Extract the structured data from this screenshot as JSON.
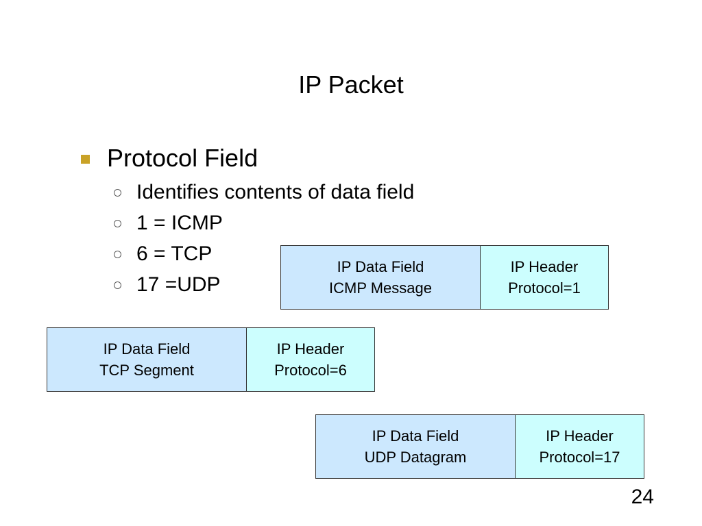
{
  "slide": {
    "title": "IP Packet",
    "page_number": "24"
  },
  "bullets": {
    "main": "Protocol Field",
    "sub": [
      "Identifies contents of data field",
      "1 = ICMP",
      "6 = TCP",
      "17 =UDP"
    ]
  },
  "packets": [
    {
      "data_title": "IP Data Field",
      "data_content": "ICMP Message",
      "header_title": "IP Header",
      "header_protocol": "Protocol=1"
    },
    {
      "data_title": "IP Data Field",
      "data_content": "TCP Segment",
      "header_title": "IP Header",
      "header_protocol": "Protocol=6"
    },
    {
      "data_title": "IP Data Field",
      "data_content": "UDP Datagram",
      "header_title": "IP Header",
      "header_protocol": "Protocol=17"
    }
  ],
  "colors": {
    "bullet_marker": "#c9a227",
    "data_field_fill": "#cce8fe",
    "header_field_fill": "#ccfefe",
    "box_border": "#333333"
  }
}
